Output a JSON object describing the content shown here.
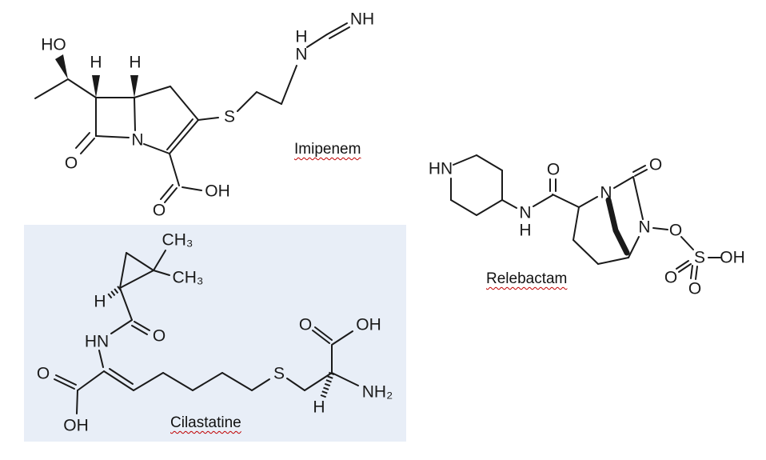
{
  "page": {
    "background": "#ffffff",
    "highlight_box_color": "#e8eef7",
    "bond_color": "#1a1a1a",
    "label_underline_color": "#c00000"
  },
  "molecules": {
    "imipenem": {
      "label": "Imipenem",
      "atoms": {
        "ho": "HO",
        "h_c6": "H",
        "h_c5": "H",
        "o_lactam": "O",
        "n_ring": "N",
        "o_acid_carbonyl": "O",
        "oh_acid": "OH",
        "s_thioether": "S",
        "h_amine": "H",
        "n_amine": "N",
        "nh_imine": "NH"
      }
    },
    "cilastatine": {
      "label": "Cilastatine",
      "atoms": {
        "ch3_top": "CH₃",
        "ch3_bottom": "CH₃",
        "h_cyclopropane": "H",
        "o_amide": "O",
        "hn_amide": "HN",
        "o_acid_carbonyl": "O",
        "oh_acid": "OH",
        "s_thioether": "S",
        "o_acid2_carbonyl": "O",
        "oh_acid2": "OH",
        "nh2": "NH₂",
        "h_alpha": "H"
      }
    },
    "relebactam": {
      "label": "Relebactam",
      "atoms": {
        "hn_piperidine": "HN",
        "n_amide": "N",
        "h_amide": "H",
        "o_amide": "O",
        "n1_ring": "N",
        "o_lactam": "O",
        "n6_ring": "N",
        "o_linker": "O",
        "s_sulfate": "S",
        "oh_sulfate": "OH",
        "o_sulfate_left": "O",
        "o_sulfate_bottom": "O"
      }
    }
  }
}
